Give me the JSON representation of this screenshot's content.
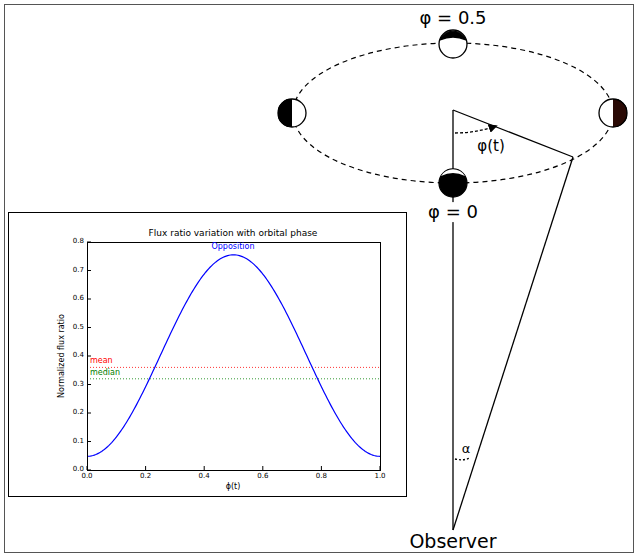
{
  "diagram": {
    "labels": [
      "φ = 0.5",
      "φ(t)",
      "φ = 0",
      "α",
      "Observer",
      "Flux ratio variation with orbital phase",
      "Opposition",
      "mean",
      "median",
      "Normalized flux ratio",
      "ϕ(t)",
      "0.0",
      "0.1",
      "0.2",
      "0.3",
      "0.4",
      "0.5",
      "0.6",
      "0.7",
      "0.8",
      "0.0",
      "0.2",
      "0.4",
      "0.6",
      "0.8",
      "1.0"
    ]
  }
}
